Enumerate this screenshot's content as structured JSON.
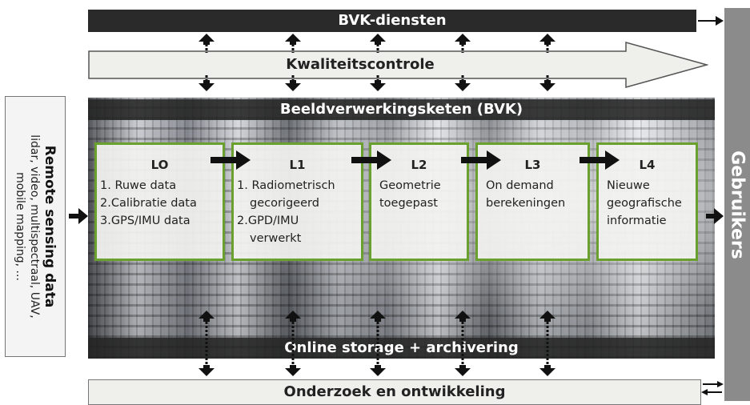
{
  "top_bar": {
    "label": "BVK-diensten"
  },
  "quality": {
    "label": "Kwaliteitscontrole"
  },
  "chain": {
    "label": "Beeldverwerkingsketen (BVK)"
  },
  "storage": {
    "label": "Online storage + archivering"
  },
  "research": {
    "label": "Onderzoek en ontwikkeling"
  },
  "users": {
    "label": "Gebruikers"
  },
  "input": {
    "title": "Remote sensing data",
    "subtitle_line1": "lidar, video, multispectraal, UAV,",
    "subtitle_line2": "mobile mapping, ..."
  },
  "levels": [
    {
      "title": "LO",
      "items": [
        "1. Ruwe data",
        "2.Calibratie data",
        "3.GPS/IMU data"
      ]
    },
    {
      "title": "L1",
      "item1_a": "1. Radiometrisch",
      "item1_b": "gecorigeerd",
      "item2_a": "2.GPD/IMU",
      "item2_b": "verwerkt"
    },
    {
      "title": "L2",
      "desc": "Geometrie\ntoegepast"
    },
    {
      "title": "L3",
      "desc": "On demand\nberekeningen"
    },
    {
      "title": "L4",
      "desc": "Nieuwe\ngeografische\ninformatie"
    }
  ],
  "colors": {
    "dark_bar": "#2a2a2a",
    "box_border": "#6aa02e",
    "users_bar": "#8b8b8b",
    "arrow_fill": "#111111"
  }
}
